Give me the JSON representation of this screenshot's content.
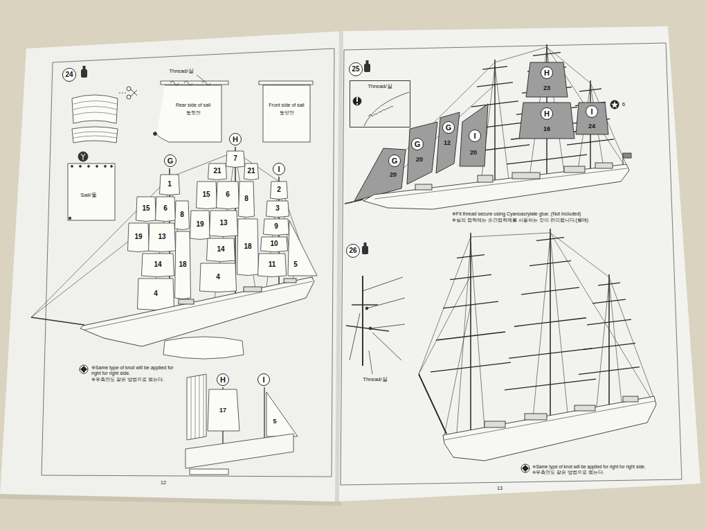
{
  "diagram": {
    "nodes": [
      {
        "text": [
          "24"
        ]
      },
      {
        "text": [
          "G"
        ]
      },
      {
        "text": [
          "H"
        ]
      },
      {
        "text": [
          "I"
        ]
      },
      {
        "text": [
          "H"
        ]
      },
      {
        "text": [
          "I"
        ]
      },
      {
        "text": [
          "25"
        ]
      },
      {
        "text": [
          "Thread/실"
        ]
      },
      {
        "text": [
          "H"
        ]
      },
      {
        "text": [
          "H"
        ]
      },
      {
        "text": [
          "I"
        ]
      },
      {
        "text": [
          "G"
        ]
      },
      {
        "text": [
          "G"
        ]
      },
      {
        "text": [
          "G"
        ]
      },
      {
        "text": [
          "I"
        ]
      },
      {
        "text": [
          "26"
        ]
      }
    ],
    "labels": [
      "Thread/실",
      "Rear side of sail",
      "돛뒷면",
      "Front side of sail",
      "돛앞면",
      "Sail/돛",
      "1",
      "15",
      "6",
      "8",
      "19",
      "13",
      "14",
      "18",
      "4",
      "7",
      "21",
      "21",
      "15",
      "6",
      "8",
      "19",
      "13",
      "14",
      "18",
      "4",
      "2",
      "3",
      "9",
      "10",
      "11",
      "5",
      "※Same type of knot will be applied for right for right side.",
      "※우측면도 같은 방법으로 묶는다.",
      "17",
      "5",
      "12",
      "23",
      "16",
      "24",
      "20",
      "20",
      "12",
      "20",
      "6",
      "※Fit thread secure using Cyanoacrylate glue. (Not included)",
      "※실의 접착에는 순간접착제를 사용하는 것이 편리합니다.(별매)",
      "Thread/실",
      "※Same type of knot will be applied for right for right side.",
      "※우측면도 같은 방법으로 묶는다.",
      "13"
    ]
  }
}
